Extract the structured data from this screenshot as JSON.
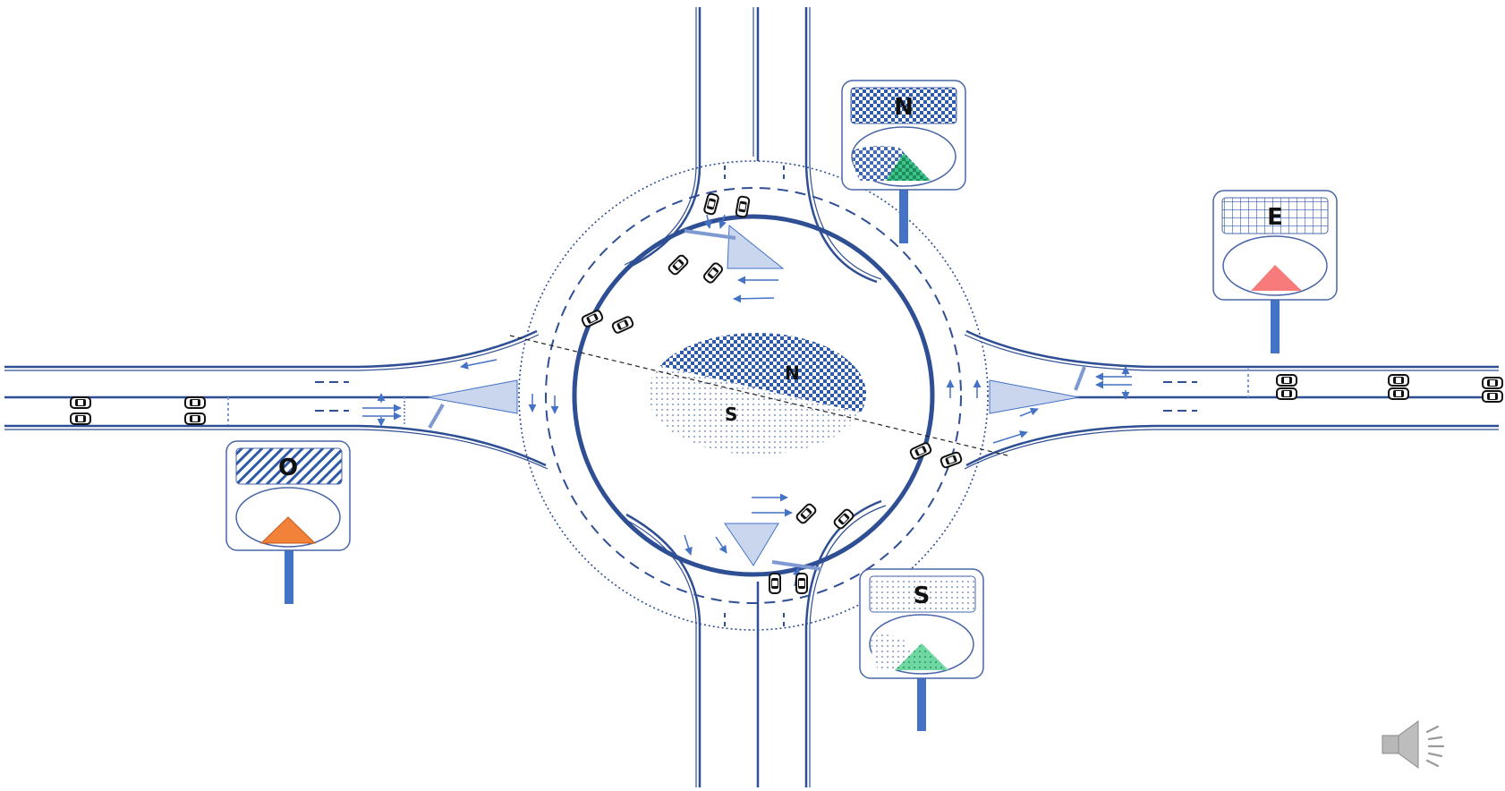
{
  "island": {
    "north_label": "N",
    "south_label": "S"
  },
  "signals": [
    {
      "id": "north",
      "label": "N",
      "fill": "checker",
      "indicator_color": "#3cc48a",
      "indicator_fill": "checker"
    },
    {
      "id": "east",
      "label": "E",
      "fill": "grid",
      "indicator_color": "#f77b7b",
      "indicator_fill": "solid"
    },
    {
      "id": "west",
      "label": "O",
      "fill": "diagonal",
      "indicator_color": "#f2823a",
      "indicator_fill": "solid"
    },
    {
      "id": "south",
      "label": "S",
      "fill": "dots",
      "indicator_color": "#5ccf96",
      "indicator_fill": "dots"
    }
  ],
  "colors": {
    "road_line": "#2f4f94",
    "accent_blue": "#4472c4",
    "island_fill": "#c9d6ee",
    "car_stroke": "#111111"
  },
  "speaker_icon": "speaker-icon"
}
